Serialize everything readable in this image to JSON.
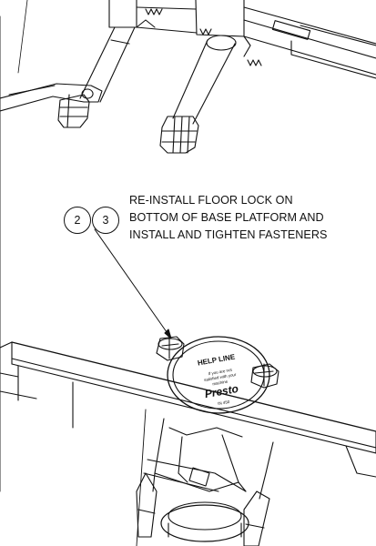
{
  "callouts": {
    "part_a": "2",
    "part_b": "3"
  },
  "instruction": {
    "line1": "RE-INSTALL FLOOR LOCK ON",
    "line2": "BOTTOM OF BASE PLATFORM AND",
    "line3": "INSTALL AND TIGHTEN FASTENERS"
  },
  "label_plate": {
    "top_text": "HELP LINE",
    "middle_text": "If you are not satisfied with your machine",
    "brand": "Presto",
    "bottom_text": "IN 450"
  }
}
